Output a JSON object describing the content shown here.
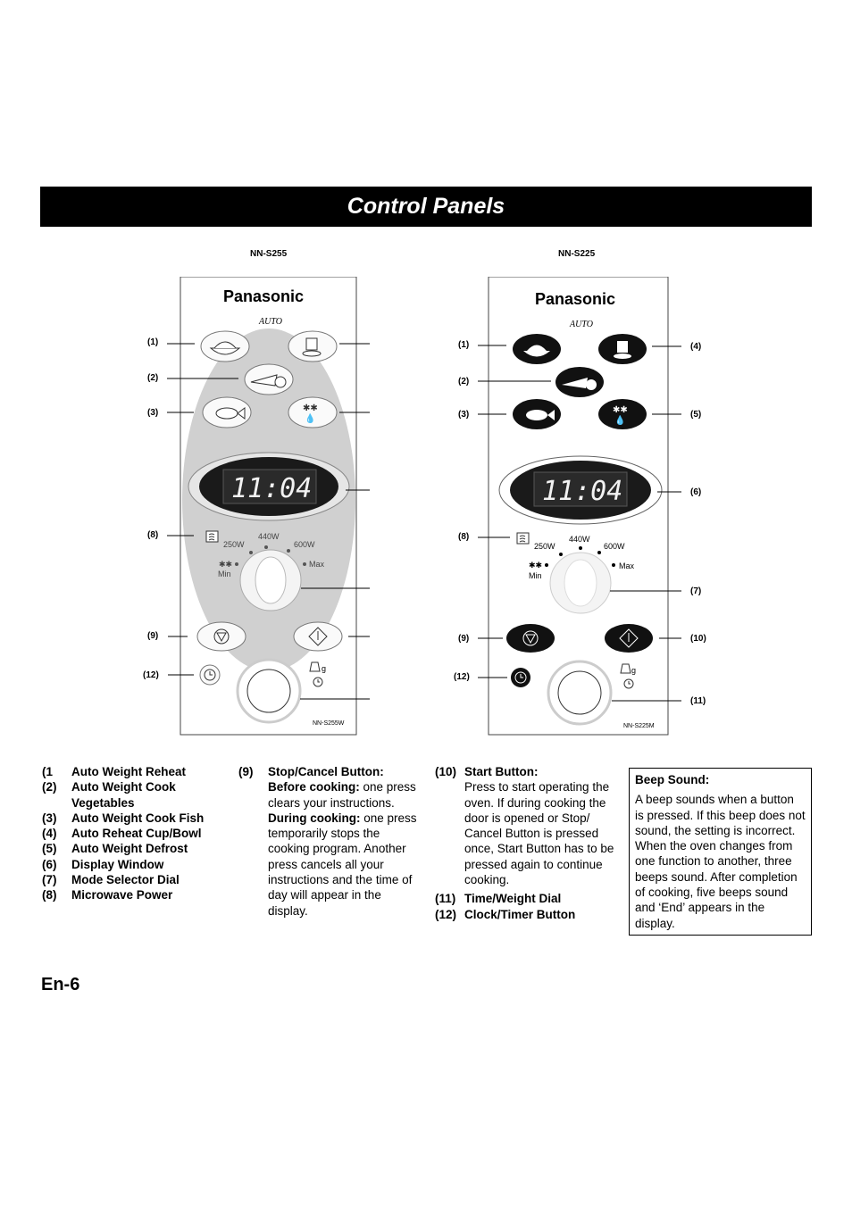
{
  "title": "Control Panels",
  "models": {
    "left": {
      "name": "NN-S255",
      "variant": "NN-S255W"
    },
    "right": {
      "name": "NN-S225",
      "variant": "NN-S225M"
    }
  },
  "panel": {
    "brand": "Panasonic",
    "auto_tag": "AUTO",
    "clock": "11:04",
    "power_levels": [
      "250W",
      "440W",
      "600W"
    ],
    "max_label": "Max",
    "min_label": "Min",
    "weight_unit": "g"
  },
  "callouts": [
    "(1)",
    "(2)",
    "(3)",
    "(4)",
    "(5)",
    "(6)",
    "(7)",
    "(8)",
    "(9)",
    "(10)",
    "(11)",
    "(12)"
  ],
  "legend": {
    "items": [
      {
        "num": "(1",
        "label": "Auto Weight Reheat"
      },
      {
        "num": "(2)",
        "label": "Auto Weight Cook Vegetables"
      },
      {
        "num": "(3)",
        "label": "Auto Weight Cook Fish"
      },
      {
        "num": "(4)",
        "label": "Auto Reheat Cup/Bowl"
      },
      {
        "num": "(5)",
        "label": "Auto Weight Defrost"
      },
      {
        "num": "(6)",
        "label": "Display Window"
      },
      {
        "num": "(7)",
        "label": "Mode Selector Dial"
      },
      {
        "num": "(8)",
        "label": "Microwave Power"
      }
    ],
    "stop": {
      "num": "(9)",
      "label": "Stop/Cancel Button:",
      "before_label": "Before cooking:",
      "before_text": " one press clears your instructions.",
      "during_label": "During cooking:",
      "during_text": " one press temporarily stops the cooking program. Another press cancels all your instructions and the time of day will appear in the display."
    },
    "start": {
      "num": "(10)",
      "label": "Start Button:",
      "text": "Press to start operating the oven. If during cooking the door is opened or Stop/ Cancel Button is pressed once, Start Button has to be pressed again to continue cooking."
    },
    "dial": {
      "num": "(11)",
      "label": "Time/Weight Dial"
    },
    "clock": {
      "num": "(12)",
      "label": "Clock/Timer Button"
    }
  },
  "beep": {
    "title": "Beep Sound:",
    "text": "A beep sounds when a button is pressed. If this beep does not sound, the setting is incorrect. When the oven changes from one function to another, three beeps sound. After completion of cooking, five beeps sound and ‘End’ appears in the display."
  },
  "page_number": "En-6"
}
